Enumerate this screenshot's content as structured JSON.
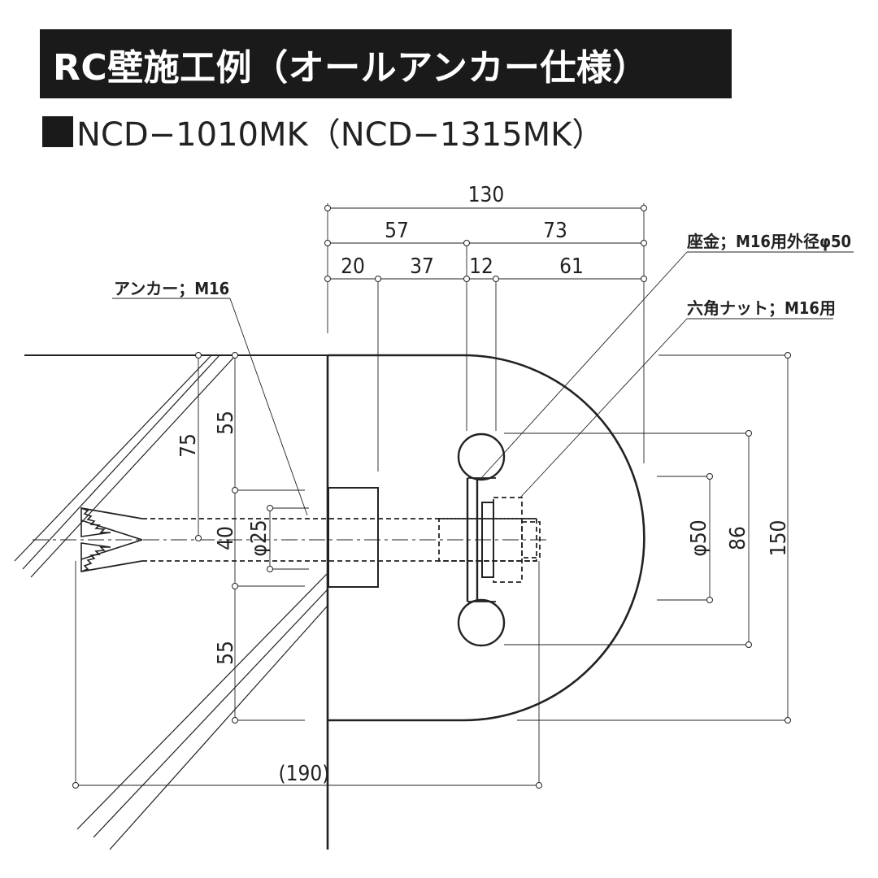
{
  "title": "RC壁施工例（オールアンカー仕様）",
  "model": "NCD−1010MK（NCD−1315MK）",
  "labels": {
    "anchor": "アンカー；M16",
    "washer": "座金；M16用外径φ50",
    "nut": "六角ナット；M16用"
  },
  "dimensions": {
    "overall_width": "130",
    "w_57": "57",
    "w_73": "73",
    "w_20": "20",
    "w_37": "37",
    "w_12": "12",
    "w_61": "61",
    "v_75": "75",
    "v_55_top": "55",
    "v_40": "40",
    "v_55_bottom": "55",
    "d_25": "φ25",
    "d_50": "φ50",
    "h_86": "86",
    "h_150": "150",
    "embed_190": "(190)"
  },
  "colors": {
    "title_bg": "#1a1a1a",
    "title_text": "#ffffff",
    "line": "#222222"
  }
}
